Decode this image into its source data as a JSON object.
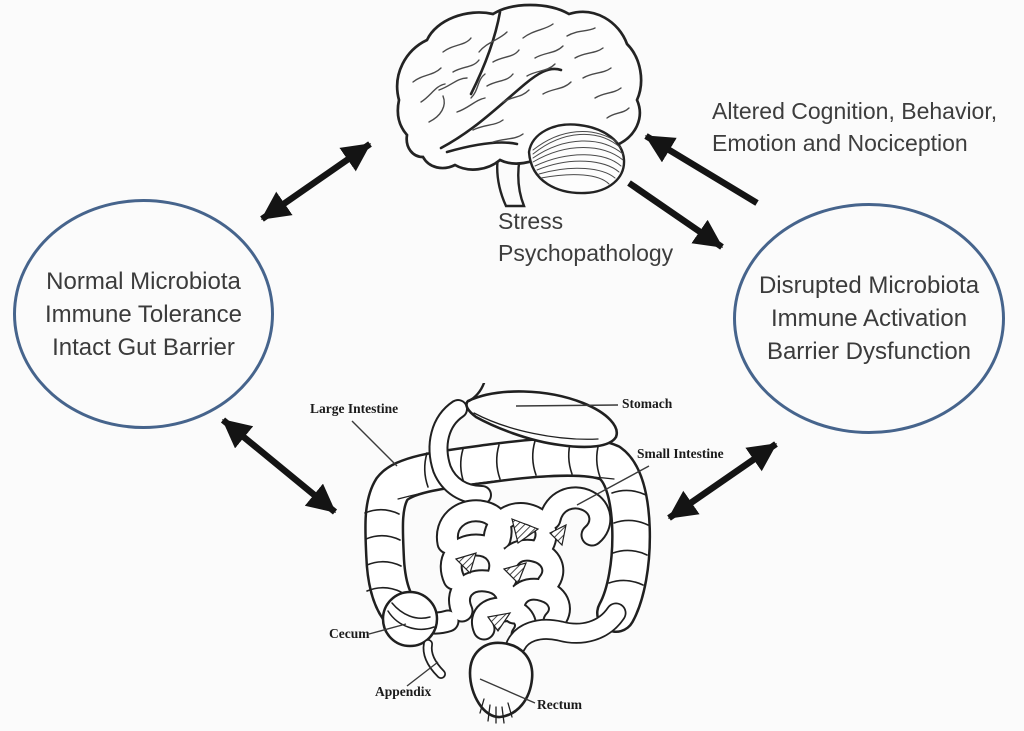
{
  "figure": {
    "description": "Gut-brain axis diagram",
    "colors": {
      "background": "#fbfbfb",
      "ellipse_stroke": "#46648c",
      "arrow": "#141414",
      "caption_text": "#3d3d3d",
      "anatomy_label_text": "#1b1b1b",
      "line_art": "#232323"
    }
  },
  "brain_caption": {
    "line1": "Stress",
    "line2": "Psychopathology"
  },
  "top_right_note": {
    "line1": "Altered Cognition, Behavior,",
    "line2": "Emotion and Nociception"
  },
  "left_ellipse": {
    "line1": "Normal Microbiota",
    "line2": "Immune Tolerance",
    "line3": "Intact Gut Barrier"
  },
  "right_ellipse": {
    "line1": "Disrupted Microbiota",
    "line2": "Immune Activation",
    "line3": "Barrier Dysfunction"
  },
  "gut_labels": {
    "large_intestine": "Large Intestine",
    "stomach": "Stomach",
    "small_intestine": "Small Intestine",
    "cecum": "Cecum",
    "appendix": "Appendix",
    "rectum": "Rectum"
  }
}
